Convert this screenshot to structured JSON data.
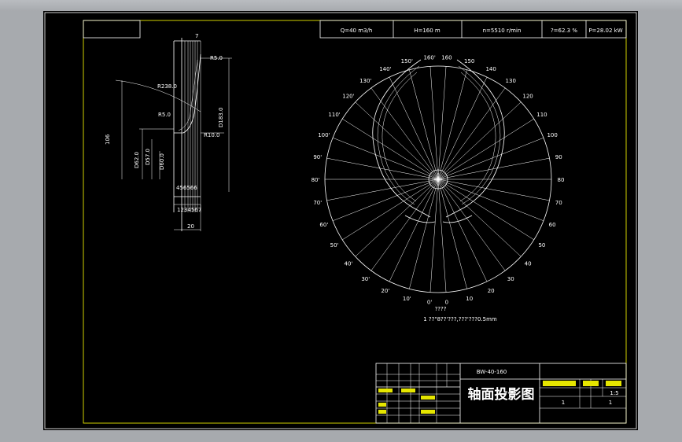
{
  "params": {
    "flow": "Q=40 m3/h",
    "head": "H=160 m",
    "speed": "n=5510 r/min",
    "efficiency": "?=62.3 %",
    "power": "P=28.02 kW"
  },
  "section": {
    "dims": [
      "R5.0",
      "R238.0",
      "R5.0",
      "R10.0",
      "106",
      "D62.0",
      "D57.0",
      "D60.0",
      "D183.0"
    ],
    "station_labels": "1234567",
    "station_top": "456566",
    "width_label": "20",
    "top_label": "7"
  },
  "polar": {
    "left_labels": [
      "160'",
      "150'",
      "140'",
      "130'",
      "120'",
      "110'",
      "100'",
      "90'",
      "80'",
      "70'",
      "60'",
      "50'",
      "40'",
      "30'",
      "20'",
      "10'",
      "0'"
    ],
    "right_labels": [
      "160",
      "150",
      "140",
      "130",
      "120",
      "110",
      "100",
      "90",
      "80",
      "70",
      "60",
      "50",
      "40",
      "30",
      "20",
      "10",
      "0"
    ],
    "caption1": "????",
    "caption2": "1 ??\"8??'???,???'???0.5mm"
  },
  "title_block": {
    "drawing_no": "BW-40-160",
    "title": "轴面投影图",
    "scale": "1:5",
    "sheet": "1",
    "sheets": "1"
  }
}
